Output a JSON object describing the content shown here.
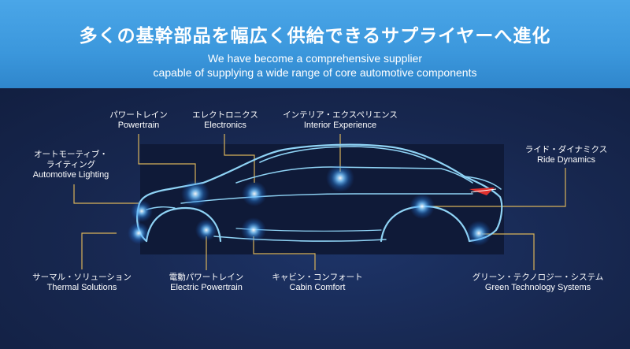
{
  "header": {
    "title_ja": "多くの基幹部品を幅広く供給できるサプライヤーへ進化",
    "subtitle_en_line1": "We have become a comprehensive supplier",
    "subtitle_en_line2": "capable of supplying a wide range of core automotive components"
  },
  "categories": {
    "powertrain": {
      "ja": "パワートレイン",
      "en": "Powertrain"
    },
    "electronics": {
      "ja": "エレクトロニクス",
      "en": "Electronics"
    },
    "interior": {
      "ja": "インテリア・エクスペリエンス",
      "en": "Interior Experience"
    },
    "ride": {
      "ja": "ライド・ダイナミクス",
      "en": "Ride Dynamics"
    },
    "lighting": {
      "ja1": "オートモーティブ・",
      "ja2": "ライティング",
      "en": "Automotive Lighting"
    },
    "thermal": {
      "ja": "サーマル・ソリューション",
      "en": "Thermal Solutions"
    },
    "electric_powertrain": {
      "ja": "電動パワートレイン",
      "en": "Electric Powertrain"
    },
    "cabin": {
      "ja": "キャビン・コンフォート",
      "en": "Cabin Comfort"
    },
    "green": {
      "ja": "グリーン・テクノロジー・システム",
      "en": "Green Technology Systems"
    }
  },
  "colors": {
    "header_blue": "#3b97dc",
    "panel_navy": "#16254f",
    "car_outline": "#8fd3f5",
    "leader_line": "#d8b25a",
    "glow": "#39a9ff",
    "tail_light": "#e0312e"
  },
  "icons": {
    "car": "car-outline-icon",
    "glow": "glow-point-icon"
  }
}
